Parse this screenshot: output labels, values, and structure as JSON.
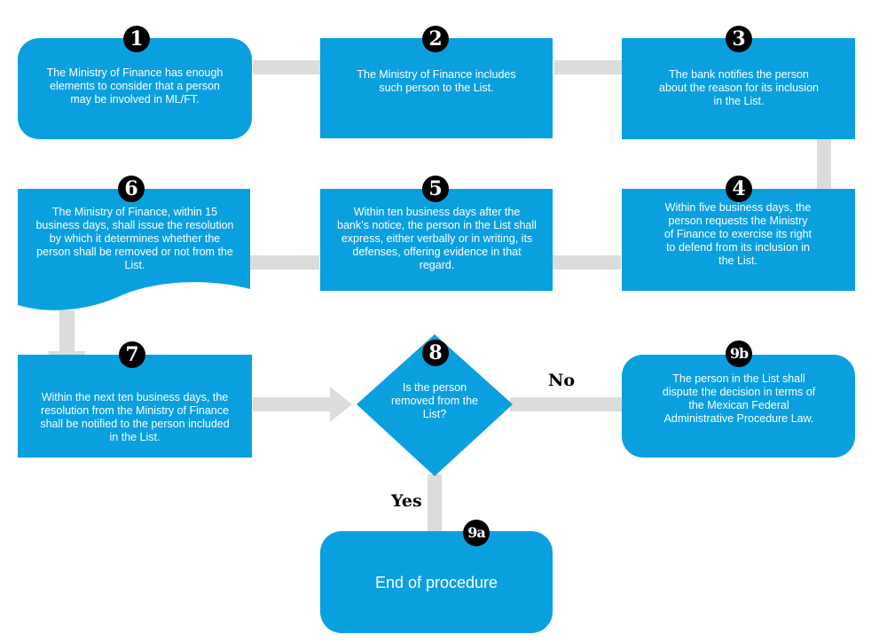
{
  "steps": {
    "s1": {
      "number": "1",
      "text": "The Ministry of Finance has enough elements to consider that a person may be involved in ML/FT."
    },
    "s2": {
      "number": "2",
      "text": "The Ministry of Finance includes such person to the List."
    },
    "s3": {
      "number": "3",
      "text": "The bank notifies the person about the reason for its inclusion in the List."
    },
    "s4": {
      "number": "4",
      "text": "Within five business days, the person requests the Ministry of Finance to exercise its right to defend from its inclusion in the List."
    },
    "s5": {
      "number": "5",
      "text": "Within ten business days after the bank’s notice, the person in the List shall express, either verbally or in writing, its defenses, offering evidence in that regard."
    },
    "s6": {
      "number": "6",
      "text": "The Ministry of Finance, within 15 business days, shall issue the resolution by which it determines whether the person shall be removed or not from the List."
    },
    "s7": {
      "number": "7",
      "text": "Within the next ten business days, the resolution from the Ministry of Finance shall be notified to the person included  in the List."
    },
    "s8": {
      "number": "8",
      "text": "Is the person removed from the List?"
    },
    "s9a": {
      "number": "9a",
      "text": "End of procedure"
    },
    "s9b": {
      "number": "9b",
      "text": "The person in the List shall dispute the decision in terms of the Mexican Federal Administrative Procedure Law."
    }
  },
  "branches": {
    "no": "No",
    "yes": "Yes"
  },
  "colors": {
    "box": "#0aa0e0",
    "arrow": "#dcdcdc",
    "badge": "#000000"
  }
}
